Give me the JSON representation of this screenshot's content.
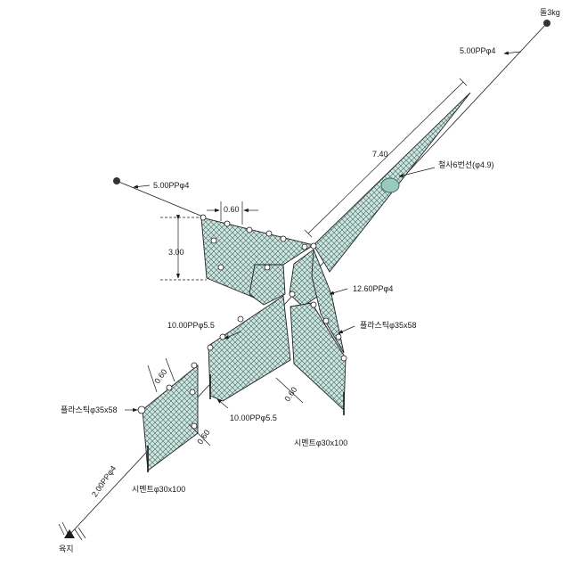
{
  "labels": {
    "anchor_stone": "돌3kg",
    "rope_top": "5.00PPφ4",
    "length_wing": "7.40",
    "wire_rope": "철사6번선(φ4.9)",
    "rope_left": "5.00PPφ4",
    "dim_060_top": "0.60",
    "dim_300": "3.00",
    "rope_1260": "12.60PPφ4",
    "float_right": "플라스틱φ35x58",
    "rope_1000_a": "10.00PPφ5.5",
    "rope_1000_b": "10.00PPφ5.5",
    "dim_060_left": "0.60",
    "dim_060_bottom": "0.60",
    "dim_060_right": "0.60",
    "float_left": "플라스틱φ35x58",
    "sinker_right": "시멘트φ30x100",
    "sinker_left": "시멘트φ30x100",
    "rope_200": "2.00PPφ4",
    "land": "육지"
  },
  "colors": {
    "net_fill": "#cfe4df",
    "net_line": "#3e6b63",
    "ink": "#1a1a1a"
  }
}
